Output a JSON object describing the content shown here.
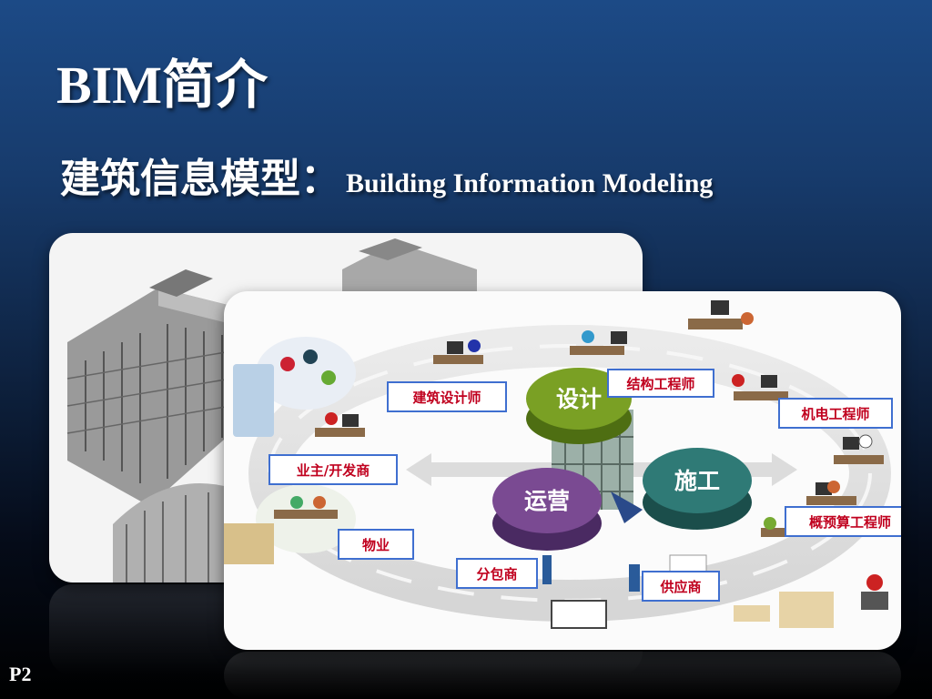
{
  "slide": {
    "title": "BIM简介",
    "subtitle_zh": "建筑信息模型：",
    "subtitle_en": "Building Information Modeling",
    "page_number": "P2"
  },
  "diagram": {
    "phases": {
      "design": "设计",
      "construction": "施工",
      "operation": "运营"
    },
    "roles": {
      "architect": "建筑设计师",
      "structural": "结构工程师",
      "mep": "机电工程师",
      "owner": "业主/开发商",
      "cost": "概预算工程师",
      "property": "物业",
      "subcontractor": "分包商",
      "supplier": "供应商"
    }
  },
  "colors": {
    "design_disc": "#7aa024",
    "construction_disc": "#2f7a76",
    "operation_disc": "#7a4a92",
    "label_border": "#3f6fd0",
    "label_text": "#c0001e"
  }
}
